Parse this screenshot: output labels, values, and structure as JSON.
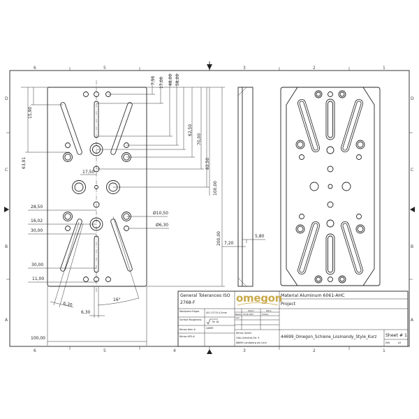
{
  "grid": {
    "columns": [
      "6",
      "5",
      "4",
      "3",
      "2",
      "1"
    ],
    "rows": [
      "D",
      "C",
      "B",
      "A"
    ]
  },
  "dimensions": {
    "d7_50": "7,50",
    "d17_00": "17,00",
    "d48_00": "48,00",
    "d58_00": "58,00",
    "d62_50": "62,50",
    "d70_00": "70,00",
    "d82_50": "82,50",
    "d100_00_v": "100,00",
    "d200_00": "200,00",
    "d15_90": "15,90",
    "d63_91": "63,91",
    "d17_50": "17,50",
    "d28_50": "28,50",
    "d16_02": "16,02",
    "d30_00_a": "30,00",
    "d30_00_b": "30,00",
    "d11_00": "11,00",
    "dia10_50": "Ø10,50",
    "dia6_30": "Ø6,30",
    "slot_width_slanted": "6,30",
    "slot_width": "6,30",
    "angle": "16°",
    "width_100": "100,00",
    "d7_20": "7,20",
    "d5_80": "5,80"
  },
  "title_block": {
    "general_tolerances": "General Tolerances ISO",
    "general_tolerances_std": "2768-F",
    "logo": "omegon",
    "logo_color": "#c9a94a",
    "material": "Material Aluminum 6061-AHC",
    "project": "Project",
    "workpiece_edges_label": "Workpiece Edges",
    "workpiece_edges_value": "ISO 13715 0,5mm",
    "surface_roughness_label": "Surface Roughness",
    "surface_roughness_value": "Rz 16",
    "nimax_item_label": "Nimax-Item #",
    "nimax_item_value": "44699",
    "nimax_aps_label": "Nimax APS-#",
    "date_header": "Datum",
    "name_header": "Name",
    "row1_label": "Bearb.",
    "row1_date": "15.02.2023",
    "row1_name": "f.kohler",
    "row2_label": "Gepr.",
    "company": "Nimax GmbH",
    "street": "Otto-Lilienthal-Str. 9",
    "city": "86899 Landsberg am Lech",
    "filename": "44699_Omegon_Schiene_Losmandy_Style_Kurz",
    "sheet": "Sheet # 1",
    "format_label": "DIN",
    "format_value": "A3"
  }
}
